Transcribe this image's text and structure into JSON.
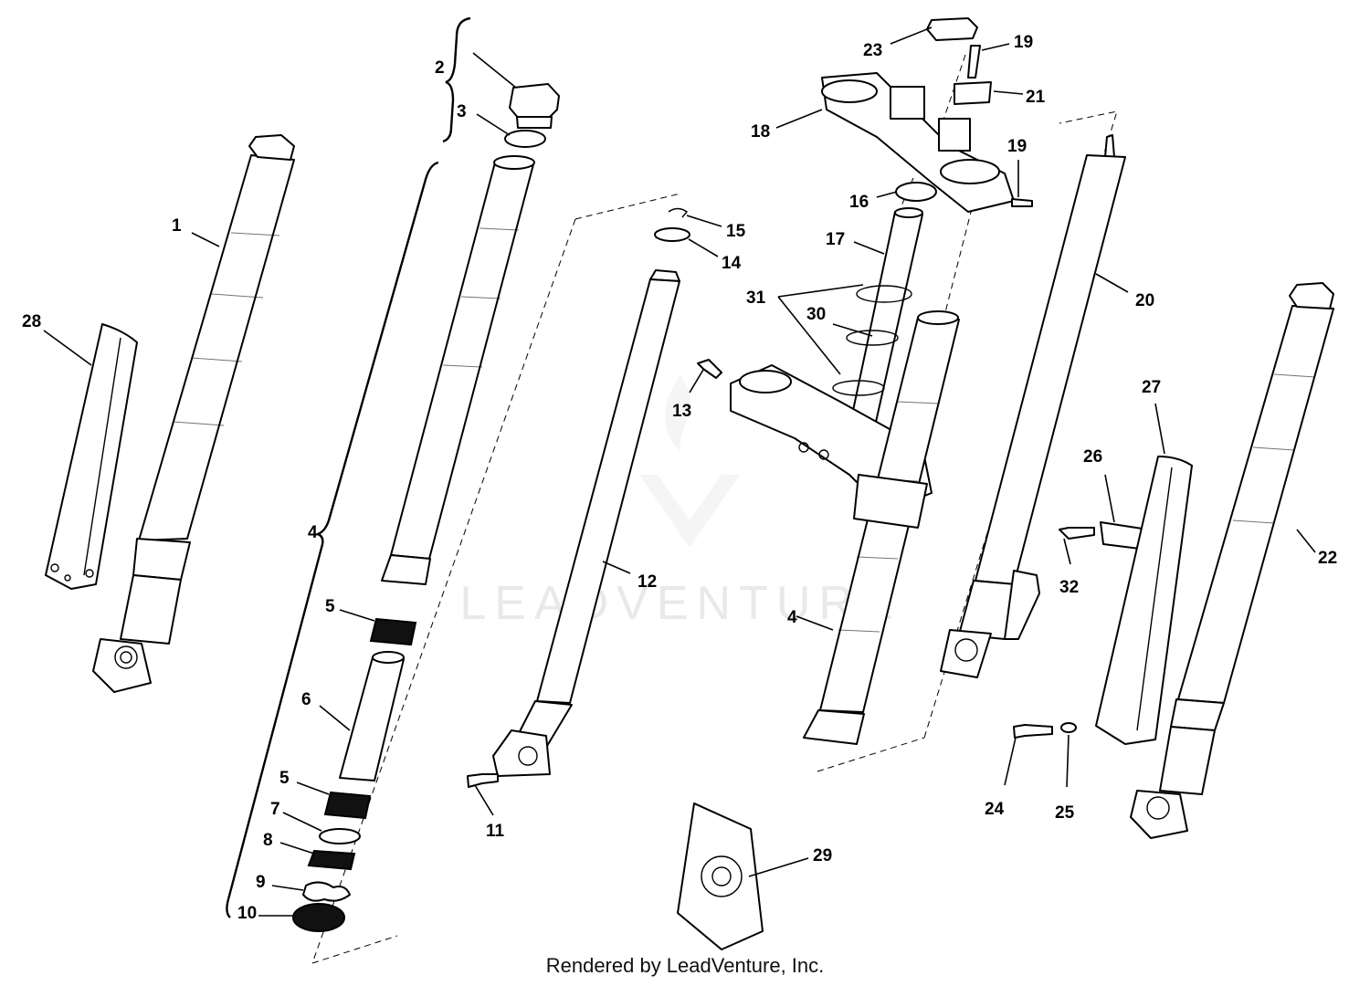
{
  "watermark": "LEADVENTURE",
  "footer": "Rendered by LeadVenture, Inc.",
  "labels": {
    "l1": "1",
    "l2": "2",
    "l3": "3",
    "l4a": "4",
    "l4b": "4",
    "l5a": "5",
    "l5b": "5",
    "l6": "6",
    "l7": "7",
    "l8": "8",
    "l9": "9",
    "l10": "10",
    "l11": "11",
    "l12": "12",
    "l13": "13",
    "l14": "14",
    "l15": "15",
    "l16": "16",
    "l17": "17",
    "l18": "18",
    "l19a": "19",
    "l19b": "19",
    "l20": "20",
    "l21": "21",
    "l22": "22",
    "l23": "23",
    "l24": "24",
    "l25": "25",
    "l26": "26",
    "l27": "27",
    "l28": "28",
    "l29": "29",
    "l30": "30",
    "l31": "31",
    "l32": "32"
  }
}
